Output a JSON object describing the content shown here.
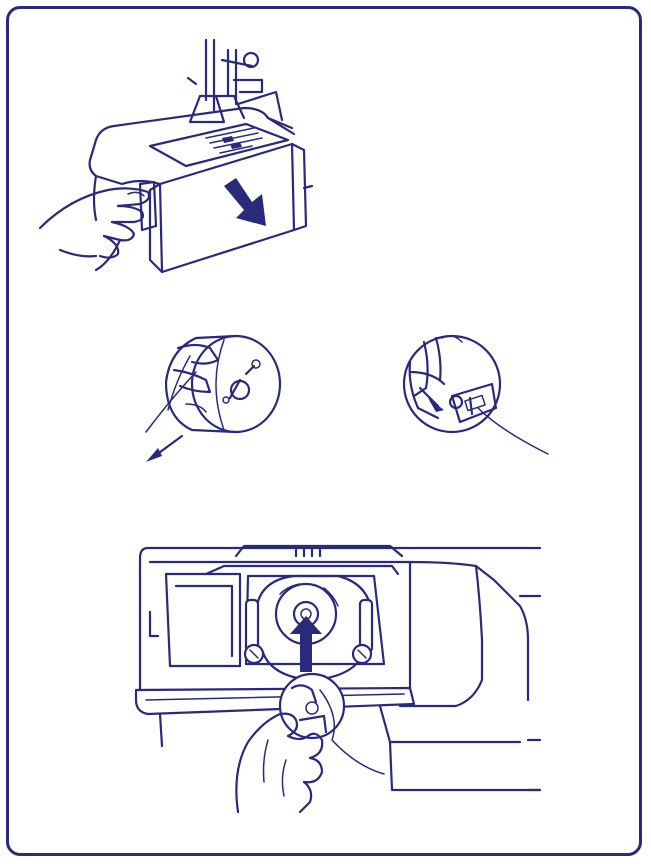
{
  "colors": {
    "ink": "#2a2a7a",
    "background": "#ffffff"
  },
  "illustrations": [
    {
      "name": "remove-bobbin-cover",
      "icons": [
        "sewing-machine-head-icon",
        "hand-icon",
        "down-arrow-icon"
      ]
    },
    {
      "name": "bobbin-case-pull-thread",
      "icons": [
        "bobbin-case-icon",
        "thread-direction-arrow-icon"
      ]
    },
    {
      "name": "bobbin-case-thread-under-spring",
      "icons": [
        "bobbin-case-icon",
        "thread-icon"
      ]
    },
    {
      "name": "insert-bobbin-case",
      "icons": [
        "bobbin-compartment-icon",
        "hand-icon",
        "up-arrow-icon"
      ]
    }
  ]
}
